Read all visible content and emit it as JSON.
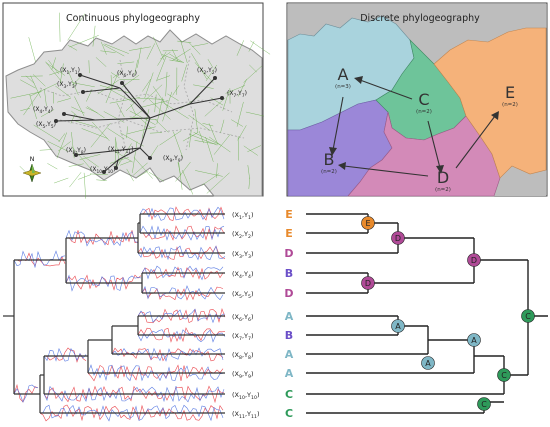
{
  "panels": {
    "continuous_title": "Continuous phylogeography",
    "discrete_title": "Discrete phylogeography"
  },
  "compass": {
    "label": "N"
  },
  "continuous_points": [
    [
      "X",
      "1",
      "Y",
      "1"
    ],
    [
      "X",
      "2",
      "Y",
      "2"
    ],
    [
      "X",
      "3",
      "Y",
      "3"
    ],
    [
      "X",
      "4",
      "Y",
      "4"
    ],
    [
      "X",
      "5",
      "Y",
      "5"
    ],
    [
      "X",
      "6",
      "Y",
      "6"
    ],
    [
      "X",
      "7",
      "Y",
      "7"
    ],
    [
      "X",
      "8",
      "Y",
      "8"
    ],
    [
      "X",
      "9",
      "Y",
      "9"
    ],
    [
      "X",
      "10",
      "Y",
      "10"
    ],
    [
      "X",
      "11",
      "Y",
      "11"
    ]
  ],
  "regions": [
    {
      "letter": "A",
      "n": "(n=3)",
      "color": "#a9d3dd"
    },
    {
      "letter": "B",
      "n": "(n=2)",
      "color": "#9b87d8"
    },
    {
      "letter": "C",
      "n": "(n=2)",
      "color": "#6ec49a"
    },
    {
      "letter": "D",
      "n": "(n=2)",
      "color": "#d38ab8"
    },
    {
      "letter": "E",
      "n": "(n=2)",
      "color": "#f5b27a"
    }
  ],
  "tree_tips": [
    {
      "coord": [
        "X",
        "1",
        "Y",
        "1"
      ],
      "state": "E"
    },
    {
      "coord": [
        "X",
        "2",
        "Y",
        "2"
      ],
      "state": "E"
    },
    {
      "coord": [
        "X",
        "3",
        "Y",
        "3"
      ],
      "state": "D"
    },
    {
      "coord": [
        "X",
        "4",
        "Y",
        "4"
      ],
      "state": "B"
    },
    {
      "coord": [
        "X",
        "5",
        "Y",
        "5"
      ],
      "state": "D"
    },
    {
      "coord": [
        "X",
        "6",
        "Y",
        "6"
      ],
      "state": "A"
    },
    {
      "coord": [
        "X",
        "7",
        "Y",
        "7"
      ],
      "state": "B"
    },
    {
      "coord": [
        "X",
        "8",
        "Y",
        "8"
      ],
      "state": "A"
    },
    {
      "coord": [
        "X",
        "9",
        "Y",
        "9"
      ],
      "state": "A"
    },
    {
      "coord": [
        "X",
        "10",
        "Y",
        "10"
      ],
      "state": "C"
    },
    {
      "coord": [
        "X",
        "11",
        "Y",
        "11"
      ],
      "state": "C"
    }
  ],
  "internal_nodes": [
    "E",
    "D",
    "D",
    "D",
    "A",
    "A",
    "A",
    "C",
    "C",
    "C"
  ],
  "state_colors": {
    "A": "#7fb7c6",
    "B": "#6b4fc8",
    "C": "#2e9a5a",
    "D": "#b04a97",
    "E": "#e88a2c"
  },
  "trace_colors": {
    "red": "#e8343c",
    "blue": "#4a6fe0",
    "branch": "#333333"
  }
}
